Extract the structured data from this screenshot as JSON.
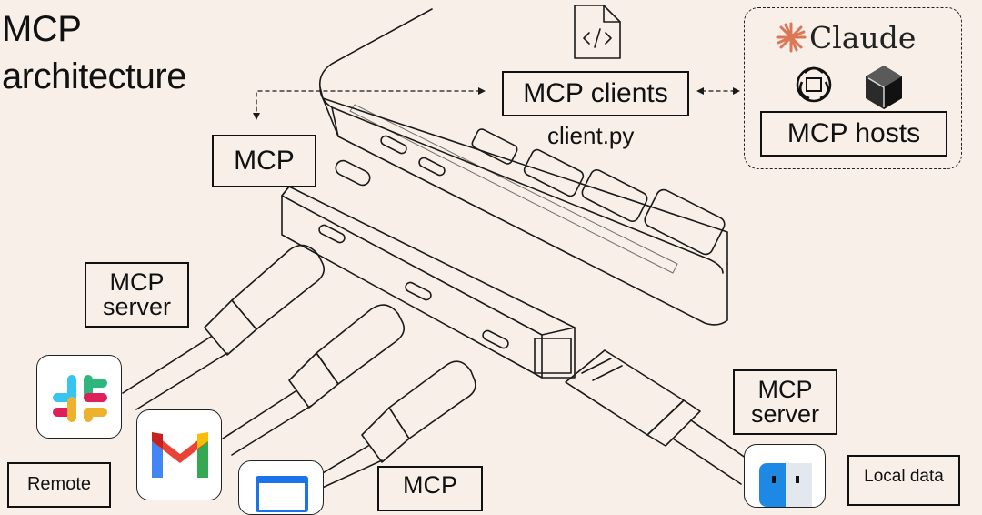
{
  "title": {
    "line1": "MCP",
    "line2": "architecture"
  },
  "labels": {
    "mcp_clients": "MCP clients",
    "client_file": "client.py",
    "mcp_hosts": "MCP hosts",
    "claude": "Claude",
    "mcp": "MCP",
    "mcp_server_left_line1": "MCP",
    "mcp_server_left_line2": "server",
    "mcp_server_right_line1": "MCP",
    "mcp_server_right_line2": "server",
    "remote": "Remote",
    "mcp_bottom": "MCP",
    "local_data": "Local data"
  },
  "icons": {
    "code_file": "code-file-icon",
    "claude": "claude-asterisk-icon",
    "openai": "openai-icon",
    "cursor": "cursor-icon",
    "slack": "slack-icon",
    "gmail": "gmail-icon",
    "calendar": "calendar-icon",
    "finder": "finder-icon"
  },
  "colors": {
    "background": "#f7efe8",
    "claude_orange": "#d97757",
    "ink": "#111111"
  }
}
